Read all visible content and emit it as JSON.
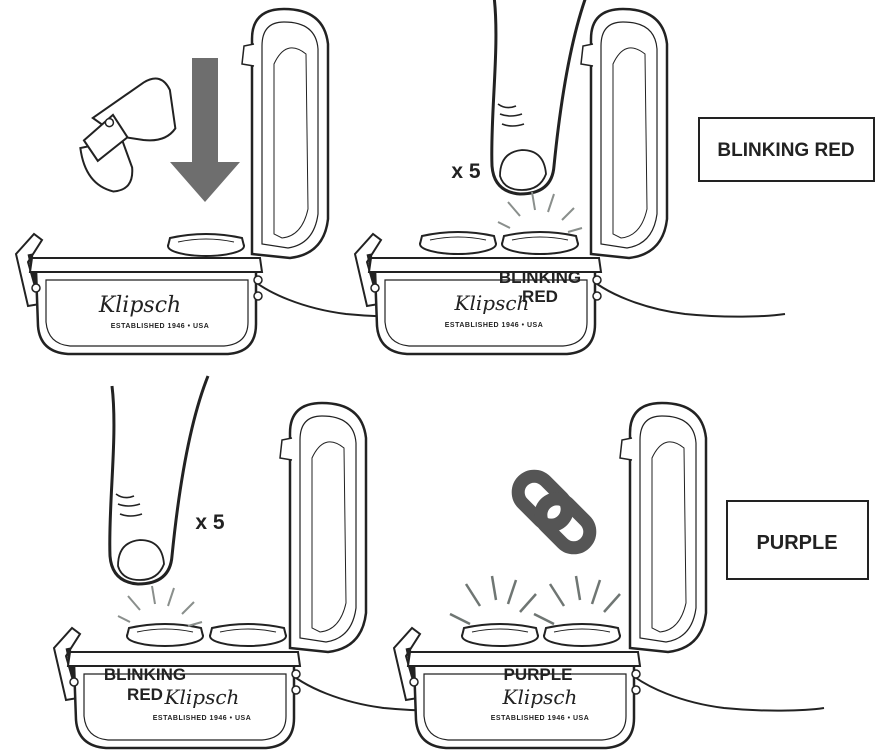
{
  "colors": {
    "ink": "#222222",
    "arrow": "#6e6e6e",
    "rays": "#8a8f8c",
    "link": "#555555"
  },
  "icons": [
    "down-arrow-icon",
    "finger-press-icon",
    "link-chain-icon",
    "led-rays-icon"
  ],
  "panel1": {
    "brand": "Klipsch",
    "established": "ESTABLISHED 1946 • USA"
  },
  "panel2": {
    "press_count": "x 5",
    "case_status_line1": "BLINKING",
    "case_status_line2": "RED",
    "brand": "Klipsch",
    "established": "ESTABLISHED 1946 • USA",
    "status_box": "BLINKING RED"
  },
  "panel3": {
    "press_count": "x 5",
    "case_status_line1": "BLINKING",
    "case_status_line2": "RED",
    "brand": "Klipsch",
    "established": "ESTABLISHED 1946 • USA"
  },
  "panel4": {
    "case_status": "PURPLE",
    "brand": "Klipsch",
    "established": "ESTABLISHED 1946 • USA",
    "status_box": "PURPLE"
  }
}
